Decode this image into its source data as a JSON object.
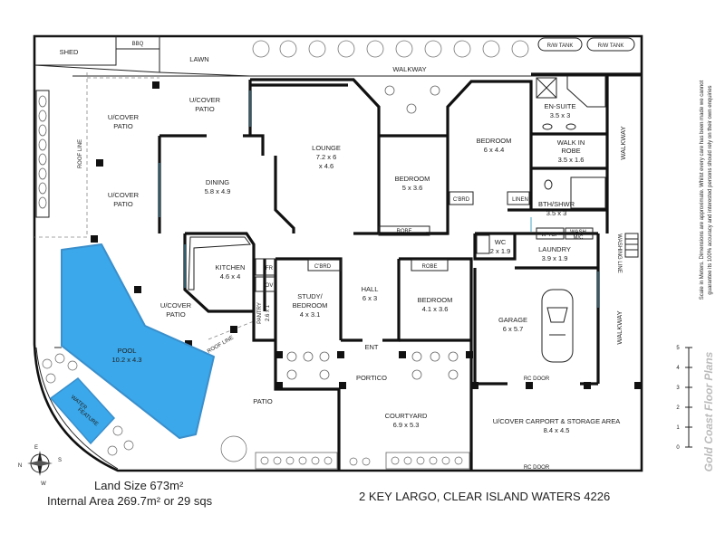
{
  "rooms": {
    "shed": "SHED",
    "bbq": "BBQ",
    "lawn": "LAWN",
    "rw_tank_1": "R/W TANK",
    "rw_tank_2": "R/W TANK",
    "walkway_top": "WALKWAY",
    "ucover_patio_top": [
      "U/COVER",
      "PATIO"
    ],
    "ucover_patio_left1": [
      "U/COVER",
      "PATIO"
    ],
    "ucover_patio_left2": [
      "U/COVER",
      "PATIO"
    ],
    "roof_line_left": "ROOF LINE",
    "dining": [
      "DINING",
      "5.8 x 4.9"
    ],
    "lounge": [
      "LOUNGE",
      "7.2 x 6",
      "x 4.6"
    ],
    "bedroom_mid": [
      "BEDROOM",
      "5 x 3.6"
    ],
    "robe_mid": "ROBE",
    "bedroom_right": [
      "BEDROOM",
      "6 x 4.4"
    ],
    "ensuite": [
      "EN-SUITE",
      "3.5 x 3"
    ],
    "walkin_robe": [
      "WALK IN",
      "ROBE",
      "3.5 x 1.6"
    ],
    "cbrd_1": "C'BRD",
    "linen": "LINEN",
    "bth_shwr": [
      "BTH/SHWR",
      "3.5 x 3"
    ],
    "walkway_right": "WALKWAY",
    "washing_line": "WASHING LINE",
    "kitchen": [
      "KITCHEN",
      "4.6 x 4"
    ],
    "fr": "FR",
    "ov": "OV",
    "pantry": [
      "PANTRY",
      "2.6 x 1"
    ],
    "cbrd_2": "C'BRD",
    "study": [
      "STUDY/",
      "BEDROOM",
      "4 x 3.1"
    ],
    "hall": [
      "HALL",
      "6 x 3"
    ],
    "robe_2": "ROBE",
    "bedroom_lower": [
      "BEDROOM",
      "4.1 x 3.6"
    ],
    "wc": [
      "WC",
      "2 x 1.9"
    ],
    "wtop": "W-TOP",
    "wash_mc": [
      "WASH",
      "M/C"
    ],
    "laundry": [
      "LAUNDRY",
      "3.9 x 1.9"
    ],
    "garage": [
      "GARAGE",
      "6 x 5.7"
    ],
    "walkway_right2": "WALKWAY",
    "ucover_patio_pool": [
      "U/COVER",
      "PATIO"
    ],
    "roof_line_mid": "ROOF LINE",
    "pool": [
      "POOL",
      "10.2 x 4.3"
    ],
    "water_feature": [
      "WATER",
      "FEATURE"
    ],
    "ent": "ENT",
    "portico": "PORTICO",
    "rc_door_1": "RC DOOR",
    "rc_door_2": "RC DOOR",
    "patio": "PATIO",
    "courtyard": [
      "COURTYARD",
      "6.9 x 5.3"
    ],
    "carport": [
      "U/COVER CARPORT & STORAGE AREA",
      "8.4 x 4.5"
    ]
  },
  "land_size": "Land Size 673m²",
  "internal_area": "Internal Area 269.7m² or 29 sqs",
  "address": "2 KEY LARGO, CLEAR ISLAND WATERS 4226",
  "disclaimer": [
    "Scale in Meters. Dimensions are approximate. Whilst every care has been made we cannot",
    "guarantee its 100% accuracy and interested persons should rely on their own enquiries"
  ],
  "brand": "Gold Coast Floor Plans",
  "scale_ticks": [
    "0",
    "1",
    "2",
    "3",
    "4",
    "5"
  ],
  "compass": {
    "n": "N",
    "s": "S",
    "e": "E",
    "w": "W"
  },
  "colors": {
    "pool": "#3aa8ea",
    "wall": "#111111",
    "glass": "#4aa8c8"
  }
}
